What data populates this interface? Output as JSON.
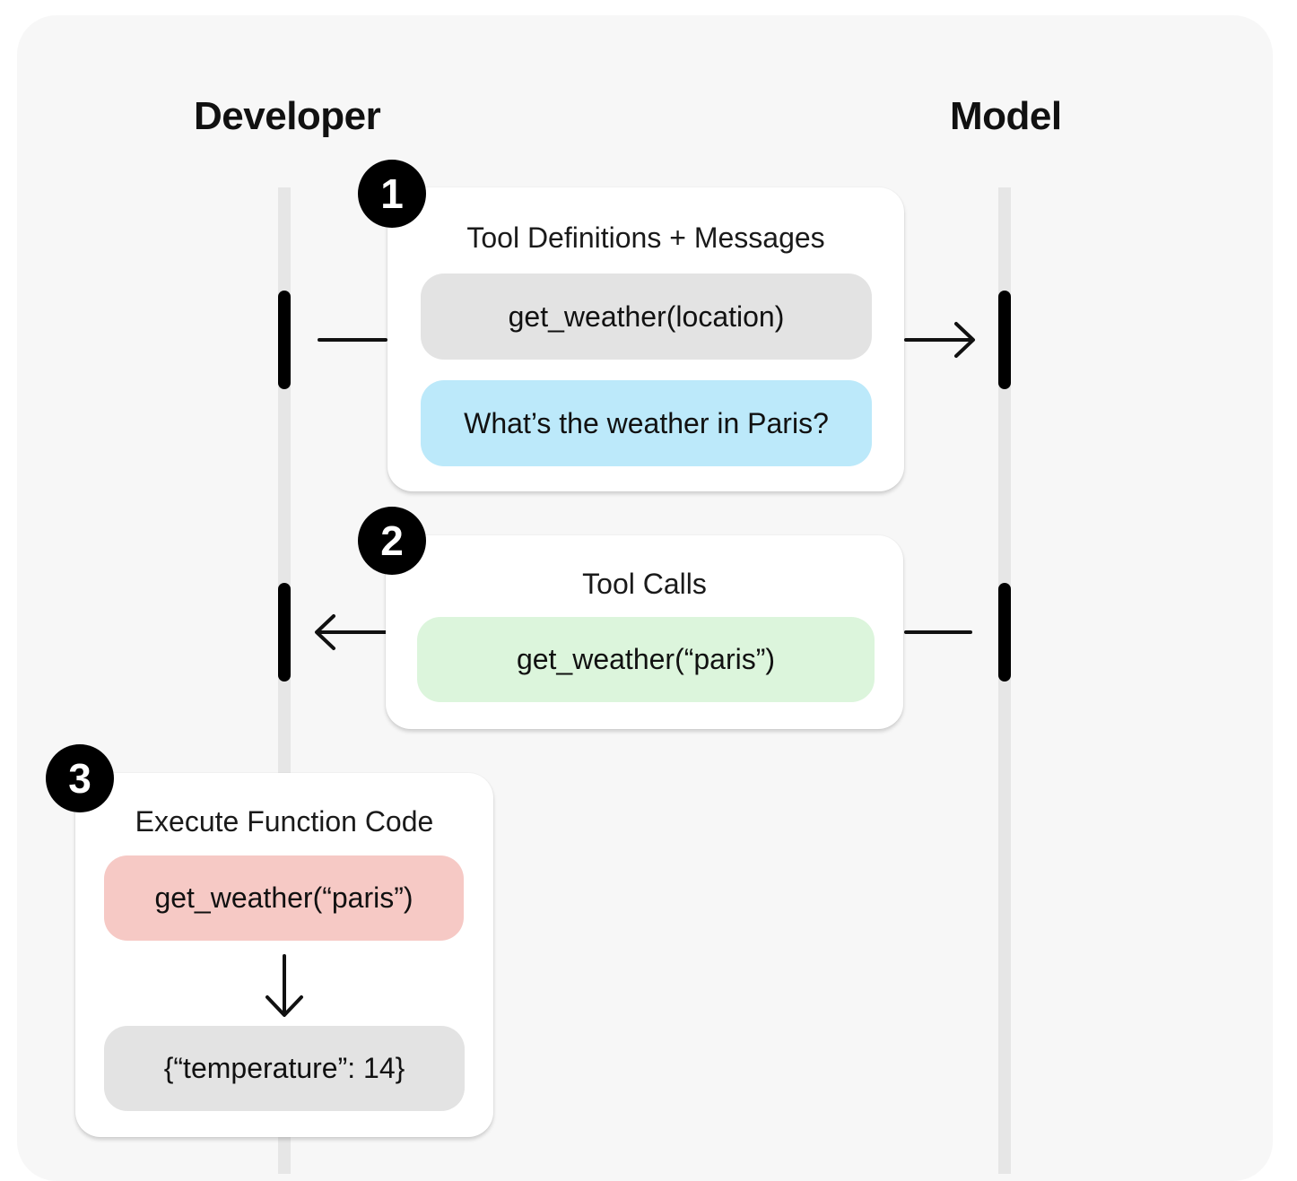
{
  "columns": {
    "developer": "Developer",
    "model": "Model"
  },
  "steps": [
    {
      "number": "1",
      "title": "Tool Definitions + Messages",
      "items": [
        "get_weather(location)",
        "What’s the weather in Paris?"
      ]
    },
    {
      "number": "2",
      "title": "Tool Calls",
      "items": [
        "get_weather(“paris”)"
      ]
    },
    {
      "number": "3",
      "title": "Execute Function Code",
      "items": [
        "get_weather(“paris”)",
        "{“temperature”: 14}"
      ]
    }
  ],
  "colors": {
    "background": "#f7f7f7",
    "gray_pill": "#e3e3e3",
    "blue_pill": "#bce9fa",
    "green_pill": "#dcf5dc",
    "red_pill": "#f6c9c5",
    "badge": "#000000"
  }
}
